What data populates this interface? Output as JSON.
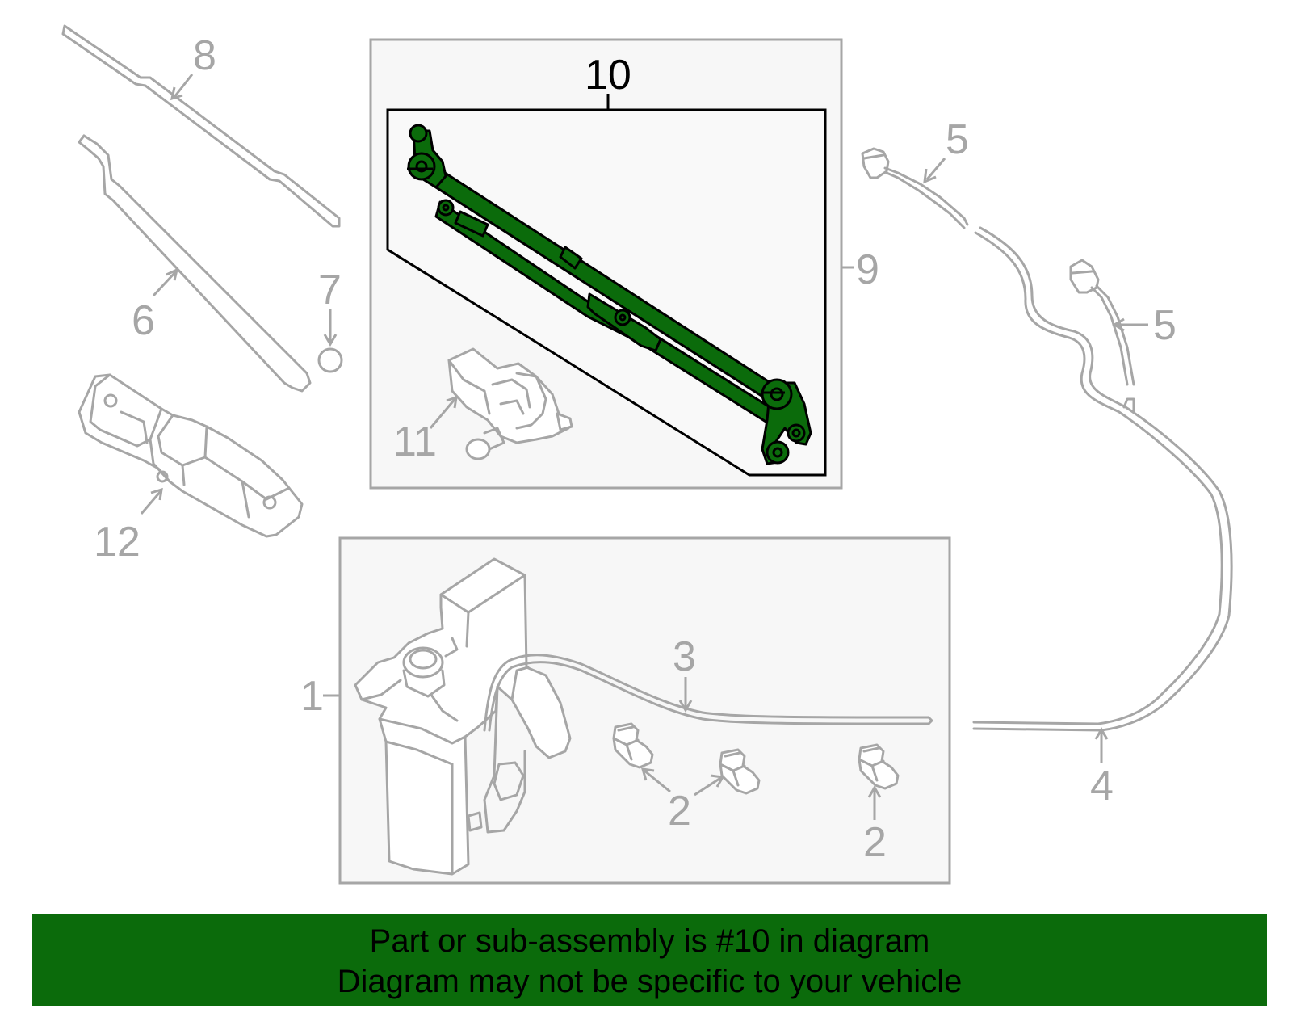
{
  "callouts": {
    "c1": "1",
    "c2a": "2",
    "c2b": "2",
    "c3": "3",
    "c4": "4",
    "c5a": "5",
    "c5b": "5",
    "c6": "6",
    "c7": "7",
    "c8": "8",
    "c9": "9",
    "c10": "10",
    "c11": "11",
    "c12": "12"
  },
  "banner": {
    "line1": "Part or sub-assembly is #10 in diagram",
    "line2": "Diagram may not be specific to your vehicle"
  },
  "colors": {
    "highlight_part": "#0b6b0b",
    "banner_background": "#0b6b0b",
    "outline": "#a6a6a6"
  }
}
